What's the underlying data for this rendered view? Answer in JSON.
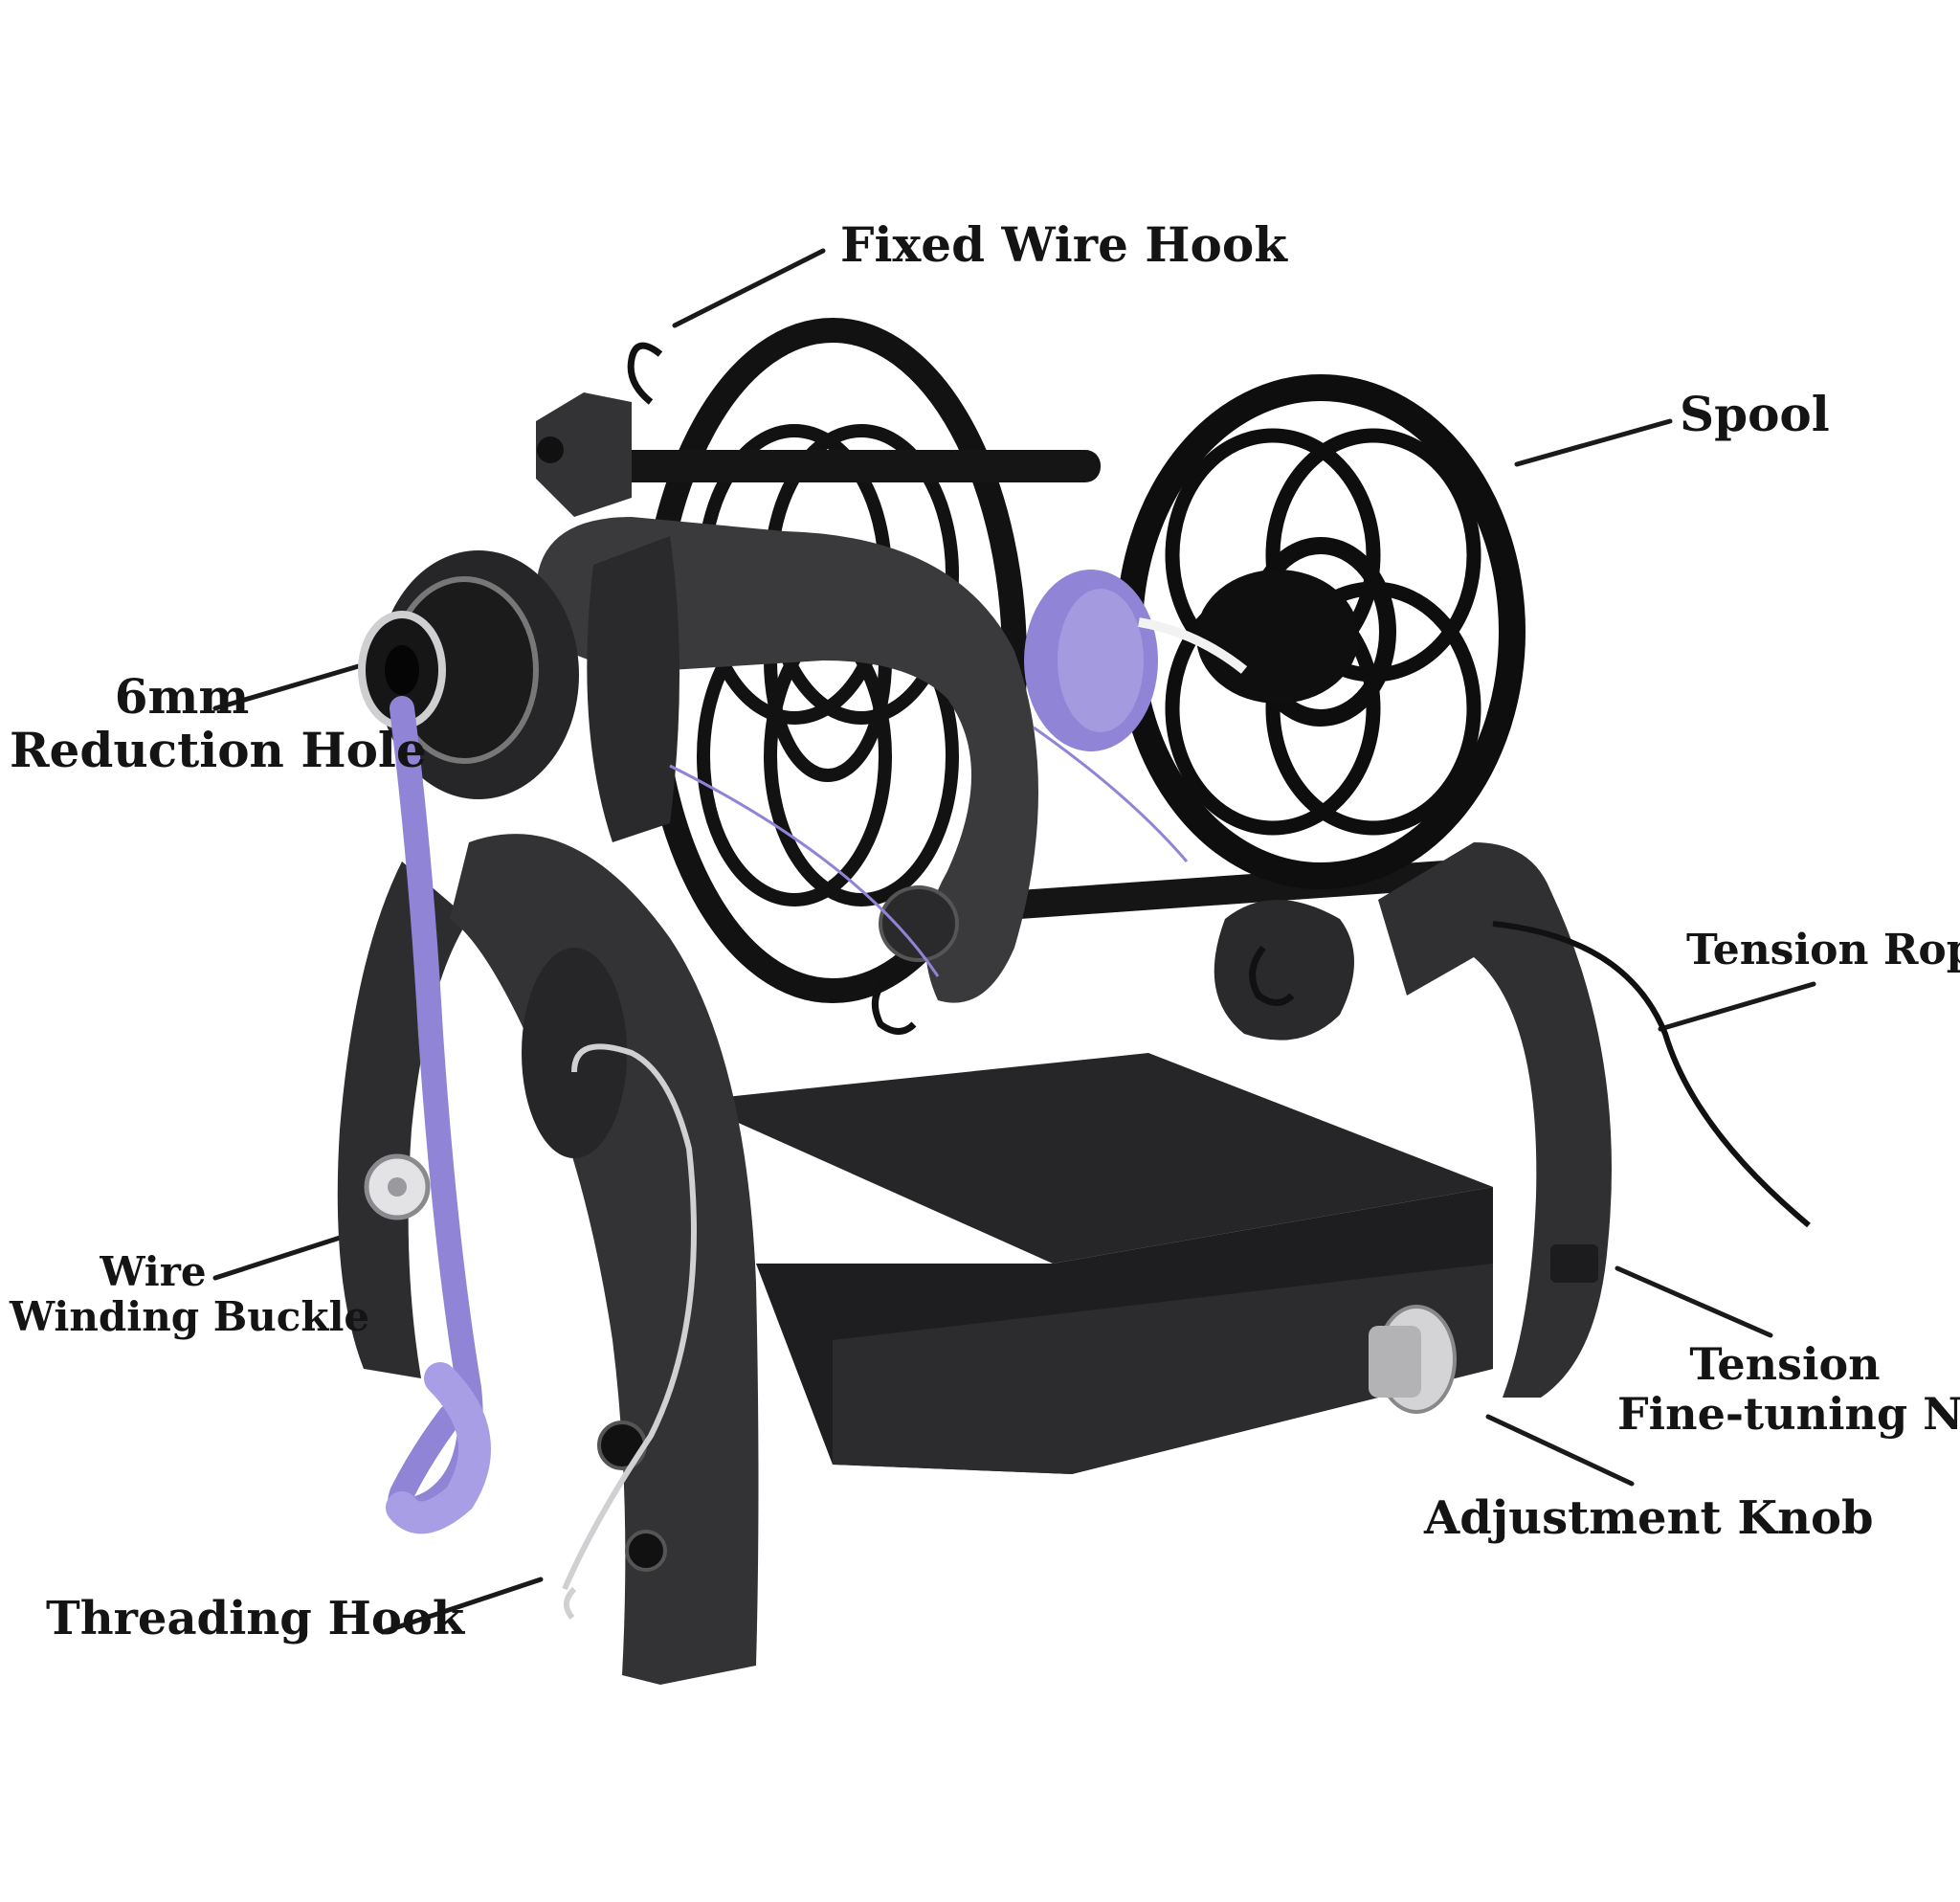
{
  "labels": {
    "fixed_wire_hook": "Fixed Wire Hook",
    "spool": "Spool",
    "reduction_hole_line1": "6mm",
    "reduction_hole_line2": "Reduction Hole",
    "tension_rope": "Tension Rope",
    "winding_buckle_line1": "Wire",
    "winding_buckle_line2": "Winding Buckle",
    "tension_nut_line1": "Tension",
    "tension_nut_line2": "Fine-tuning Nut",
    "adjustment_knob": "Adjustment Knob",
    "threading_hook": "Threading Hook"
  },
  "colors": {
    "text": "#141414",
    "frame": "#2b2b2d",
    "frame_light": "#4a4a4e",
    "spool": "#111111",
    "yarn": "#8f84d6",
    "metal": "#c9c9cc"
  }
}
